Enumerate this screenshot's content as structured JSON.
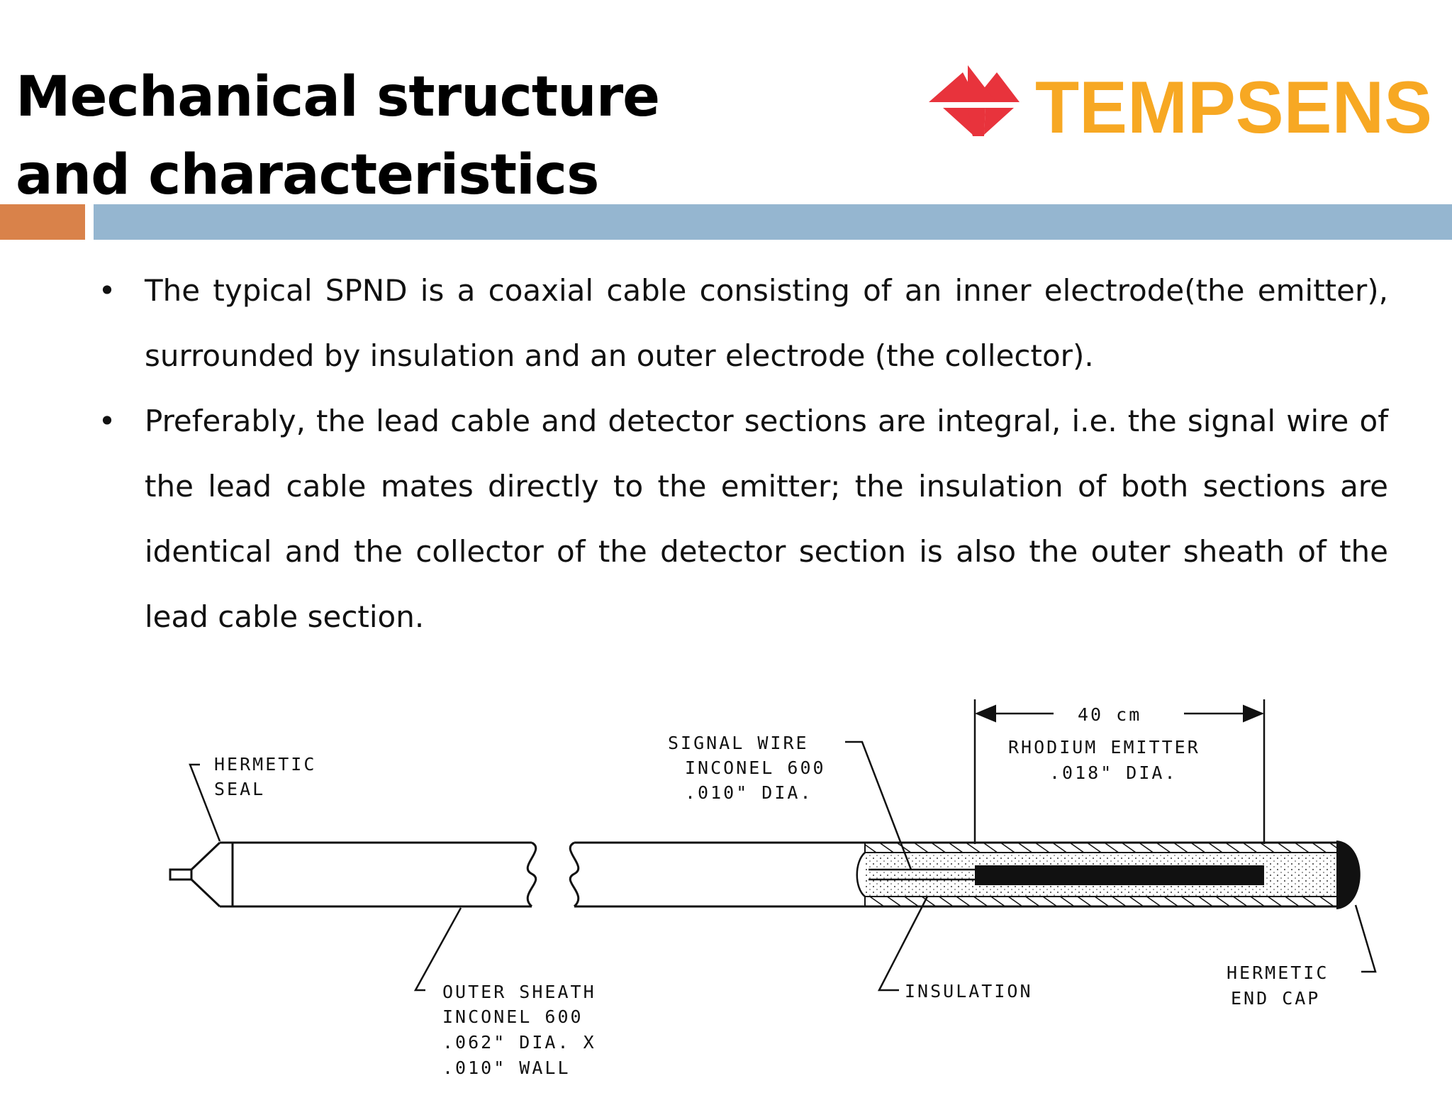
{
  "slide": {
    "title_line1": "Mechanical structure",
    "title_line2": "and characteristics"
  },
  "logo": {
    "text": "TEMPSENS",
    "color_text": "#f7a823",
    "color_mark": "#e8333c"
  },
  "accent": {
    "orange": "#d9824a",
    "blue": "#95b6d0"
  },
  "bullets": [
    "The typical SPND is a coaxial cable consisting of an inner electrode(the emitter), surrounded by insulation and an outer electrode (the collector).",
    "Preferably, the lead cable and detector sections are integral, i.e. the signal wire of the lead cable mates directly to the emitter; the insulation of both sections are identical and the collector of the detector section is also the outer sheath of the lead cable section."
  ],
  "diagram": {
    "hermetic_seal": [
      "HERMETIC",
      "SEAL"
    ],
    "signal_wire": [
      "SIGNAL WIRE",
      "INCONEL 600",
      ".010\" DIA."
    ],
    "length": "40 cm",
    "emitter": [
      "RHODIUM EMITTER",
      ".018\" DIA."
    ],
    "outer_sheath": [
      "OUTER SHEATH",
      "INCONEL 600",
      ".062\" DIA. X",
      ".010\" WALL"
    ],
    "insulation": "INSULATION",
    "end_cap": [
      "HERMETIC",
      "END CAP"
    ]
  }
}
